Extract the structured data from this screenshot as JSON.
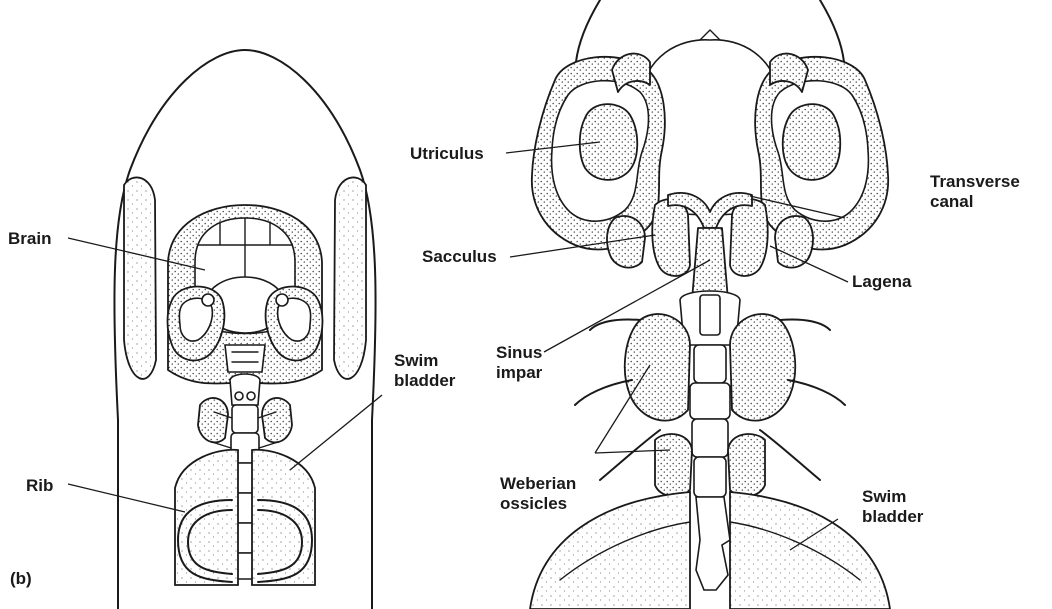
{
  "panel_label": "(b)",
  "labels": {
    "brain": "Brain",
    "swim_bladder_left": [
      "Swim",
      "bladder"
    ],
    "rib": "Rib",
    "utriculus": "Utriculus",
    "transverse_canal": [
      "Transverse",
      "canal"
    ],
    "sacculus": "Sacculus",
    "lagena": "Lagena",
    "sinus_impar": [
      "Sinus",
      "impar"
    ],
    "weberian_ossicles": [
      "Weberian",
      "ossicles"
    ],
    "swim_bladder_right": [
      "Swim",
      "bladder"
    ]
  },
  "colors": {
    "ink": "#1a1a1a",
    "paper": "#ffffff"
  }
}
